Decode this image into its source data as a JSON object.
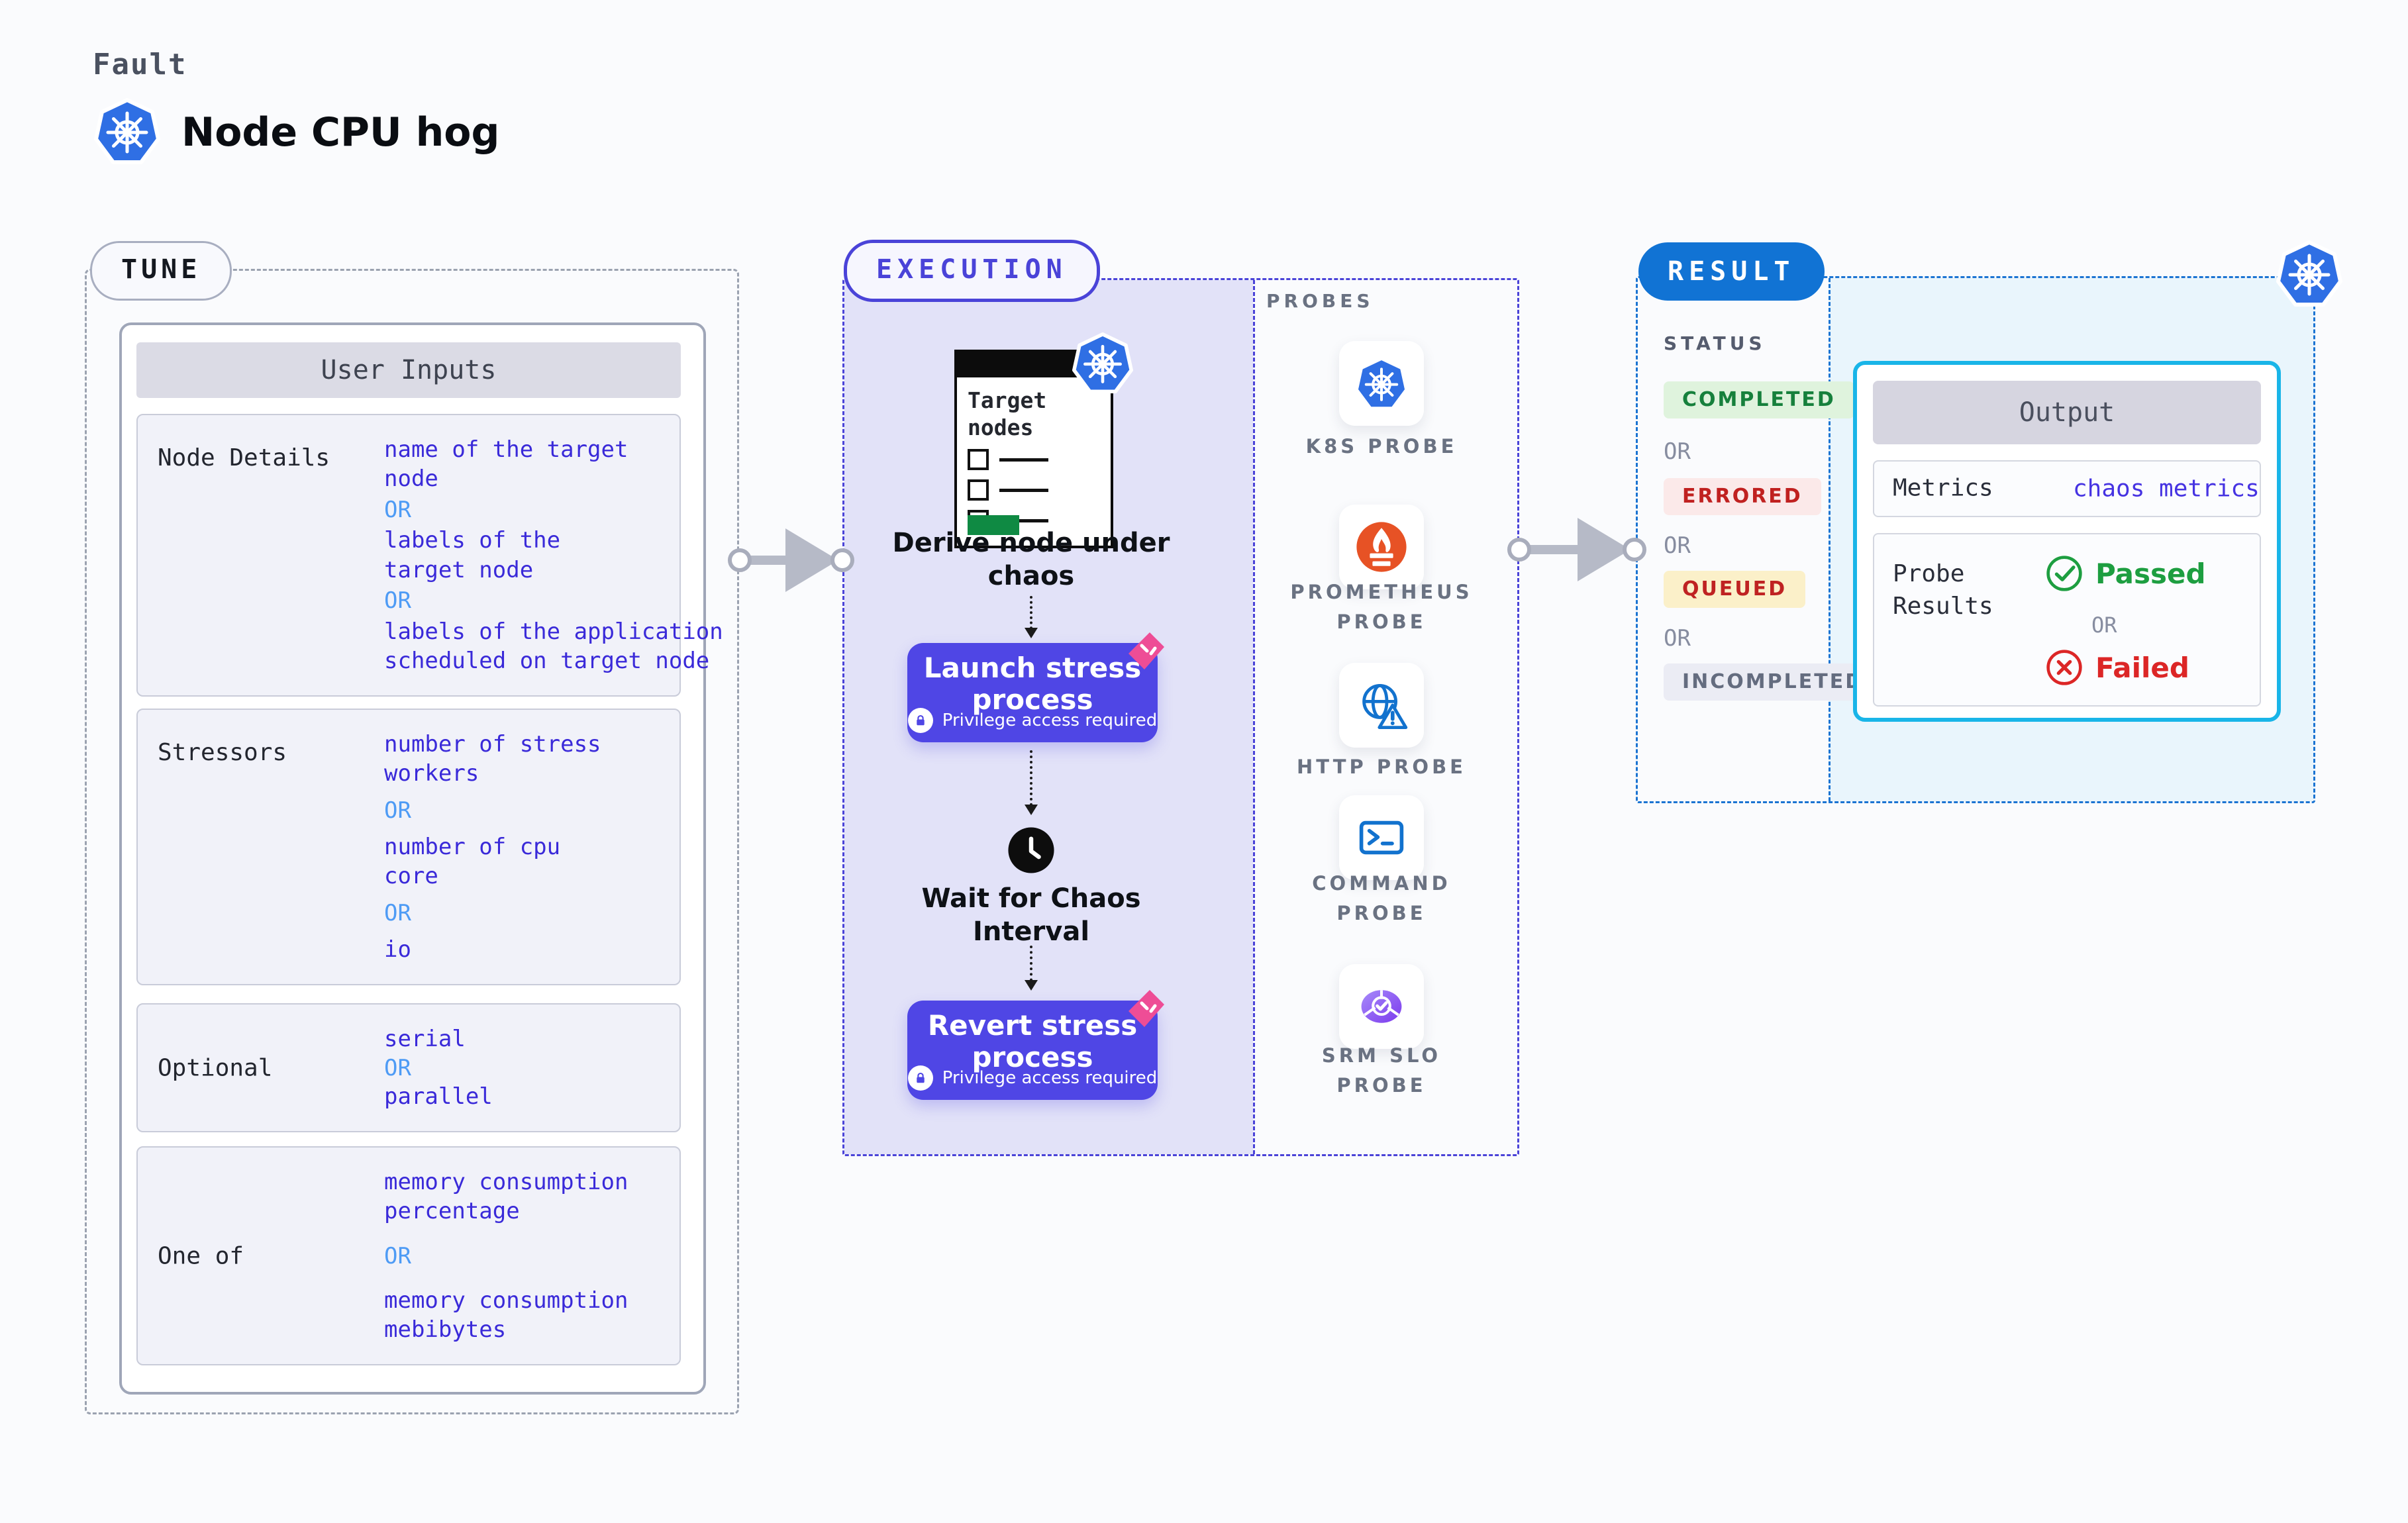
{
  "or": "OR",
  "page": {
    "kicker": "Fault",
    "title": "Node CPU hog"
  },
  "colors": {
    "accent_indigo": "#4F46E5",
    "exec_dash": "#4A43D8",
    "exec_fill": "#E2E2F8",
    "result_blue": "#1173D4",
    "result_fill": "#E9F5FC",
    "output_border": "#19B5E8",
    "value_blue": "#3A2AD9",
    "or_blue": "#4E9BF5",
    "green": "#1D9E40",
    "red": "#DC2626",
    "k8s_blue": "#2F6FE4",
    "prometheus_orange": "#E75225",
    "pink_ribbon": "#EE4D96"
  },
  "tune": {
    "badge": "TUNE",
    "card_title": "User Inputs",
    "rows": [
      {
        "label": "Node Details",
        "values": [
          "name of the target\nnode",
          "labels of the\ntarget node",
          "labels of the application\n scheduled on target node"
        ]
      },
      {
        "label": "Stressors",
        "values": [
          "number of stress\nworkers",
          "number of cpu\ncore",
          "io"
        ]
      },
      {
        "label": "Optional",
        "values": [
          "serial",
          "parallel"
        ]
      },
      {
        "label": "One of",
        "values": [
          "memory consumption\npercentage",
          "memory consumption\nmebibytes"
        ]
      }
    ]
  },
  "execution": {
    "badge": "EXECUTION",
    "target_card": {
      "title": "Target\nnodes"
    },
    "derive_label": "Derive node under\nchaos",
    "launch": {
      "title": "Launch stress\nprocess",
      "subtitle": "Privilege access required"
    },
    "wait_label": "Wait for Chaos\nInterval",
    "revert": {
      "title": "Revert stress\nprocess",
      "subtitle": "Privilege access required"
    },
    "probes": {
      "heading": "PROBES",
      "items": [
        {
          "label": "K8S PROBE",
          "icon": "kubernetes-icon"
        },
        {
          "label": "PROMETHEUS\nPROBE",
          "icon": "prometheus-icon"
        },
        {
          "label": "HTTP PROBE",
          "icon": "http-globe-warning-icon"
        },
        {
          "label": "COMMAND\nPROBE",
          "icon": "terminal-icon"
        },
        {
          "label": "SRM SLO\nPROBE",
          "icon": "slo-check-icon"
        }
      ]
    }
  },
  "result": {
    "badge": "RESULT",
    "status": {
      "heading": "STATUS",
      "badges": [
        {
          "label": "COMPLETED",
          "bg": "#DFF3DD",
          "color": "#16803C"
        },
        {
          "label": "ERRORED",
          "bg": "#FBE9E9",
          "color": "#C02120"
        },
        {
          "label": "QUEUED",
          "bg": "#FBF0C9",
          "color": "#BF2222"
        },
        {
          "label": "INCOMPLETED",
          "bg": "#EBECF4",
          "color": "#646C7F"
        }
      ]
    },
    "output": {
      "title": "Output",
      "metrics_label": "Metrics",
      "metrics_value": "chaos metrics",
      "probe_results_label": "Probe\nResults",
      "passed": "Passed",
      "failed": "Failed"
    }
  }
}
